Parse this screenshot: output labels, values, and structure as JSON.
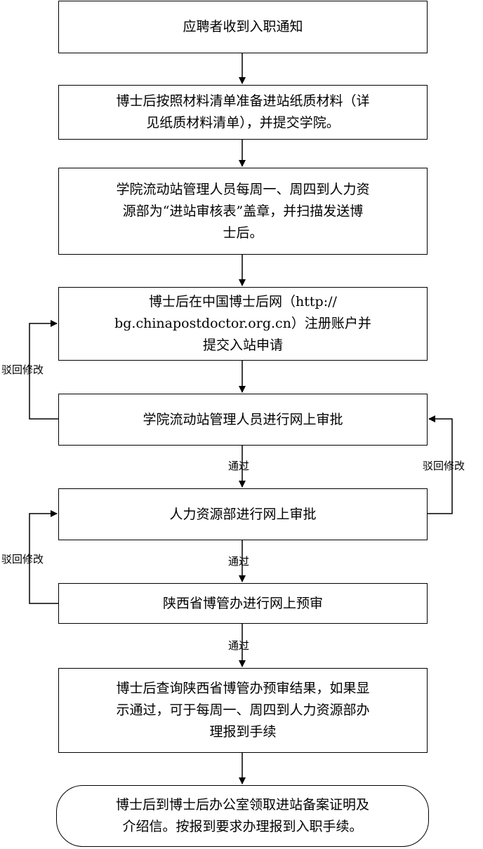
{
  "steps": [
    {
      "lines": [
        "应聘者收到入职通知"
      ]
    },
    {
      "lines": [
        "博士后按照材料清单准备进站纸质材料（详",
        "见纸质材料清单），并提交学院。"
      ]
    },
    {
      "lines": [
        "学院流动站管理人员每周一、周四到人力资",
        "源部为“进站审核表”盖章，并扫描发送博",
        "士后。"
      ]
    },
    {
      "lines": [
        "博士后在中国博士后网（http://",
        "bg.chinapostdoctor.org.cn）注册账户并",
        "提交入站申请"
      ]
    },
    {
      "lines": [
        "学院流动站管理人员进行网上审批"
      ]
    },
    {
      "lines": [
        "人力资源部进行网上审批"
      ]
    },
    {
      "lines": [
        "陕西省博管办进行网上预审"
      ]
    },
    {
      "lines": [
        "博士后查询陕西省博管办预审结果，如果显",
        "示通过，可于每周一、周四到人力资源部办",
        "理报到手续"
      ]
    },
    {
      "lines": [
        "博士后到博士后办公室领取进站备案证明及",
        "介绍信。按报到要求办理报到入职手续。"
      ]
    }
  ],
  "labels": {
    "pass_1": "通过",
    "pass_2": "通过",
    "pass_3": "通过",
    "reject_college": "驳回修改",
    "reject_hr": "驳回修改",
    "reject_province": "驳回修改"
  }
}
